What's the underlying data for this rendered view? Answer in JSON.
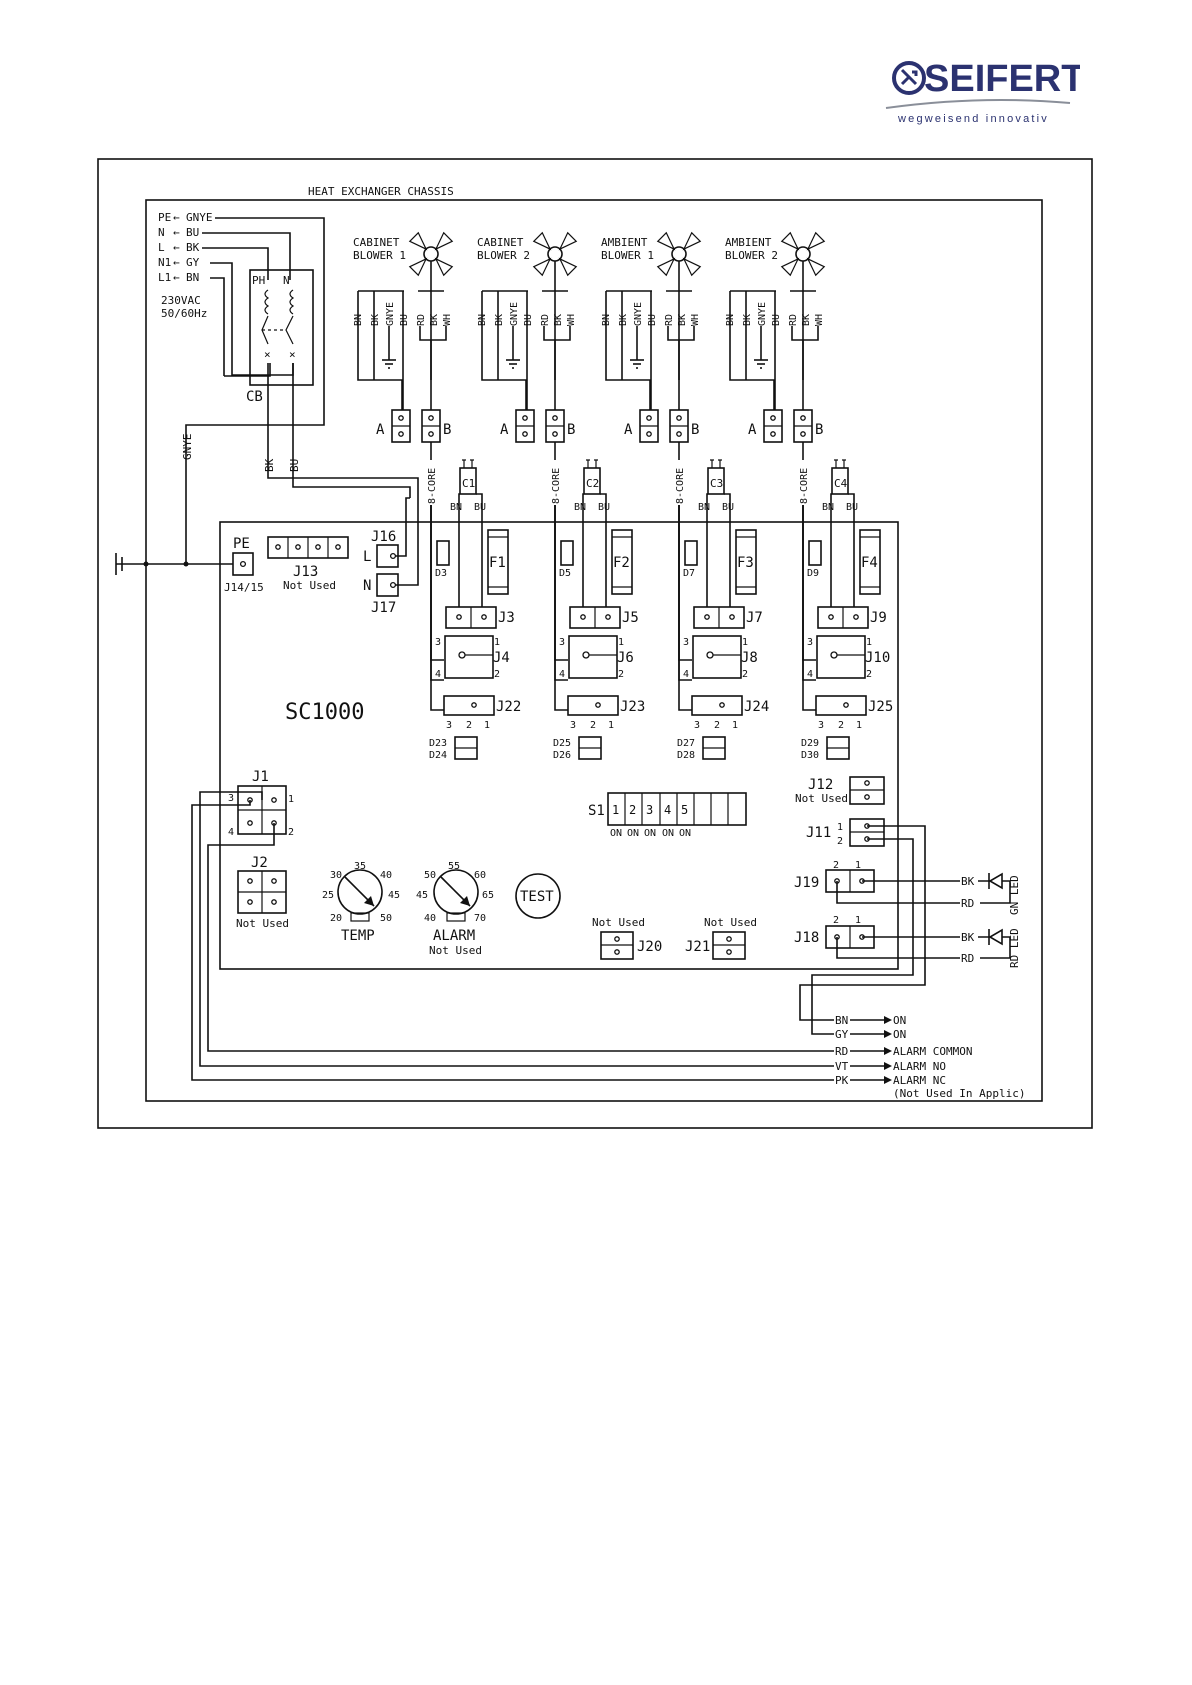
{
  "logo": {
    "name": "SEIFERT",
    "tagline": "wegweisend innovativ",
    "color": "#2b3270"
  },
  "chassis": {
    "title": "HEAT EXCHANGER CHASSIS"
  },
  "power_input": {
    "wires": [
      "PE",
      "N",
      "L",
      "N1",
      "L1"
    ],
    "colors": [
      "GNYE",
      "BU",
      "BK",
      "GY",
      "BN"
    ],
    "voltage": "230VAC",
    "frequency": "50/60Hz"
  },
  "breaker": {
    "label": "CB",
    "ph": "PH",
    "n": "N"
  },
  "feed_wires": {
    "gnye": "GNYE",
    "bk": "BK",
    "bu": "BU"
  },
  "blowers": [
    {
      "line1": "CABINET",
      "line2": "BLOWER 1",
      "cap": "C1",
      "fuse": "F1",
      "diode": "D3",
      "j_motor": "J3",
      "j_speed": "J4",
      "j_sense": "J22",
      "d_a": "D23",
      "d_b": "D24"
    },
    {
      "line1": "CABINET",
      "line2": "BLOWER 2",
      "cap": "C2",
      "fuse": "F2",
      "diode": "D5",
      "j_motor": "J5",
      "j_speed": "J6",
      "j_sense": "J23",
      "d_a": "D25",
      "d_b": "D26"
    },
    {
      "line1": "AMBIENT",
      "line2": "BLOWER 1",
      "cap": "C3",
      "fuse": "F3",
      "diode": "D7",
      "j_motor": "J7",
      "j_speed": "J8",
      "j_sense": "J24",
      "d_a": "D27",
      "d_b": "D28"
    },
    {
      "line1": "AMBIENT",
      "line2": "BLOWER 2",
      "cap": "C4",
      "fuse": "F4",
      "diode": "D9",
      "j_motor": "J9",
      "j_speed": "J10",
      "j_sense": "J25",
      "d_a": "D29",
      "d_b": "D30"
    }
  ],
  "motor_wires_left": [
    "BN",
    "BK",
    "GNYE",
    "BU"
  ],
  "motor_wires_right": [
    "RD",
    "BK",
    "WH"
  ],
  "connector_a": "A",
  "connector_b": "B",
  "core_label": "8-CORE",
  "cap_wires": [
    "BN",
    "BU"
  ],
  "pins": {
    "one": "1",
    "two": "2",
    "three": "3",
    "four": "4"
  },
  "board": {
    "name": "SC1000",
    "pe": "PE",
    "j14": "J14/15",
    "j13": "J13",
    "not_used": "Not Used",
    "j16": "J16",
    "j17": "J17",
    "l": "L",
    "n": "N",
    "j1": "J1",
    "j2": "J2",
    "j12": "J12",
    "j11": "J11",
    "j19": "J19",
    "j18": "J18",
    "j20": "J20",
    "j21": "J21",
    "s1": "S1",
    "s1_positions": [
      "1",
      "2",
      "3",
      "4",
      "5"
    ],
    "s1_on": "ON",
    "temp_label": "TEMP",
    "temp_ticks": [
      "20",
      "25",
      "30",
      "35",
      "40",
      "45",
      "50"
    ],
    "alarm_label": "ALARM",
    "alarm_ticks": [
      "40",
      "45",
      "50",
      "55",
      "60",
      "65",
      "70"
    ],
    "test": "TEST"
  },
  "leds": [
    {
      "label": "GN LED",
      "bk": "BK",
      "rd": "RD"
    },
    {
      "label": "RD LED",
      "bk": "BK",
      "rd": "RD"
    }
  ],
  "outputs": [
    {
      "wire": "BN",
      "signal": "ON"
    },
    {
      "wire": "GY",
      "signal": "ON"
    },
    {
      "wire": "RD",
      "signal": "ALARM COMMON"
    },
    {
      "wire": "VT",
      "signal": "ALARM NO"
    },
    {
      "wire": "PK",
      "signal": "ALARM NC"
    }
  ],
  "outputs_note": "(Not Used In Applic)"
}
